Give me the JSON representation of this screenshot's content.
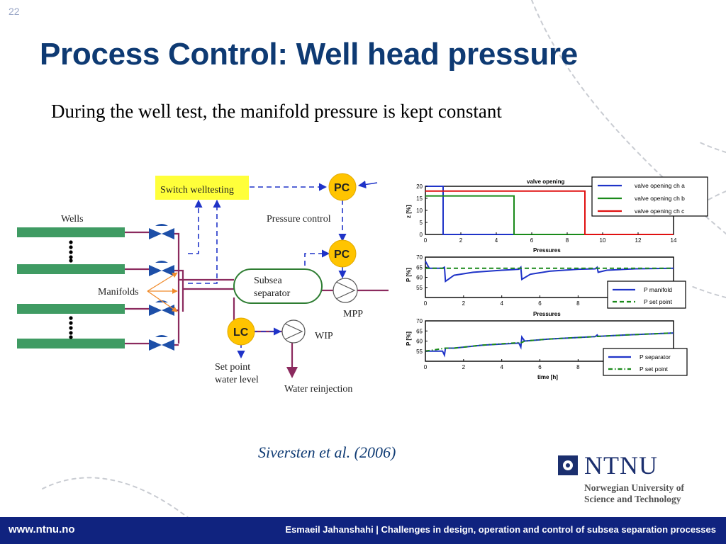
{
  "slide_number": "22",
  "title": "Process Control: Well head pressure",
  "subtitle": "During the well test, the manifold pressure is kept constant",
  "citation": "Siversten et al. (2006)",
  "footer": {
    "url": "www.ntnu.no",
    "text": "Esmaeil Jahanshahi | Challenges in design, operation and control of subsea separation processes"
  },
  "logo": {
    "name": "NTNU",
    "line1": "Norwegian University of",
    "line2": "Science and Technology"
  },
  "diagram": {
    "switch_label": "Switch welltesting",
    "wells_label": "Wells",
    "manifolds_label": "Manifolds",
    "pressure_control_label": "Pressure control",
    "pc_top": "PC",
    "pc_mid": "PC",
    "lc": "LC",
    "separator_line1": "Subsea",
    "separator_line2": "separator",
    "mpp_label": "MPP",
    "wip_label": "WIP",
    "setpoint_line1": "Set point",
    "setpoint_line2": "water level",
    "reinjection_label": "Water reinjection",
    "colors": {
      "well": "#3f9b63",
      "valve": "#1d4fa8",
      "pipe": "#8b2a5e",
      "signal": "#1f33c8",
      "badge": "#ffc400",
      "switch_bg": "#ffff3a",
      "separator": "#2e7d32"
    }
  },
  "chart_data": [
    {
      "type": "line",
      "title": "valve opening",
      "xlabel": "Pressures",
      "ylabel": "z [%]",
      "xlim": [
        0,
        14
      ],
      "ylim": [
        0,
        20
      ],
      "xticks": [
        "0",
        "2",
        "4",
        "6",
        "8",
        "10",
        "12",
        "14"
      ],
      "yticks": [
        "0",
        "5",
        "10",
        "15",
        "20"
      ],
      "legend_position": "top-right",
      "series": [
        {
          "name": "valve opening ch a",
          "color": "#1f33c8",
          "x": [
            0,
            1,
            1,
            14
          ],
          "y": [
            20,
            20,
            0,
            0
          ]
        },
        {
          "name": "valve opening ch b",
          "color": "#1a8a1a",
          "x": [
            0,
            5,
            5,
            14
          ],
          "y": [
            16,
            16,
            0,
            0
          ]
        },
        {
          "name": "valve opening ch c",
          "color": "#e01010",
          "x": [
            0,
            9,
            9,
            14
          ],
          "y": [
            18,
            18,
            0,
            0
          ]
        }
      ]
    },
    {
      "type": "line",
      "title": "",
      "xlabel": "Pressures",
      "ylabel": "P [%]",
      "xlim": [
        0,
        13
      ],
      "ylim": [
        50,
        70
      ],
      "xticks": [
        "0",
        "2",
        "4",
        "6",
        "8"
      ],
      "yticks": [
        "55",
        "60",
        "65",
        "70"
      ],
      "legend_position": "bottom-right",
      "series": [
        {
          "name": "P manifold",
          "color": "#1f33c8",
          "style": "solid",
          "x": [
            0,
            0.2,
            0.9,
            1.0,
            1.05,
            1.5,
            2.5,
            4.0,
            4.9,
            5.0,
            5.05,
            5.5,
            6.5,
            8.0,
            8.9,
            9.0,
            9.05,
            9.5,
            11,
            13
          ],
          "y": [
            68,
            64.5,
            64.5,
            65,
            58,
            61,
            62.5,
            63.5,
            64,
            65,
            59,
            61.5,
            63,
            64,
            64.2,
            65,
            62.5,
            63.5,
            64.2,
            64.5
          ]
        },
        {
          "name": "P set point",
          "color": "#1a8a1a",
          "style": "dashed",
          "x": [
            0,
            13
          ],
          "y": [
            64.5,
            64.5
          ]
        }
      ]
    },
    {
      "type": "line",
      "title": "",
      "xlabel": "time [h]",
      "ylabel": "P [%]",
      "xlim": [
        0,
        13
      ],
      "ylim": [
        50,
        70
      ],
      "xticks": [
        "0",
        "2",
        "4",
        "6",
        "8"
      ],
      "yticks": [
        "55",
        "60",
        "65",
        "70"
      ],
      "legend_position": "bottom-right",
      "series": [
        {
          "name": "P separator",
          "color": "#1f33c8",
          "style": "solid",
          "x": [
            0,
            0.9,
            1.0,
            1.05,
            1.5,
            3.0,
            4.9,
            5.0,
            5.05,
            5.2,
            6.5,
            8.5,
            8.9,
            9.0,
            9.05,
            10.5,
            13
          ],
          "y": [
            55,
            55,
            53,
            56.5,
            56.5,
            58,
            59,
            57,
            62,
            60,
            61,
            62,
            62.2,
            63,
            62.3,
            63,
            64
          ]
        },
        {
          "name": "P set point",
          "color": "#1a8a1a",
          "style": "dashdot",
          "x": [
            0,
            1.05,
            1.5,
            3.0,
            5.05,
            5.2,
            6.5,
            8.5,
            9.05,
            10.5,
            13
          ],
          "y": [
            55,
            56.5,
            56.5,
            58,
            59.3,
            60,
            61,
            62,
            62.3,
            63,
            64
          ]
        }
      ]
    }
  ]
}
